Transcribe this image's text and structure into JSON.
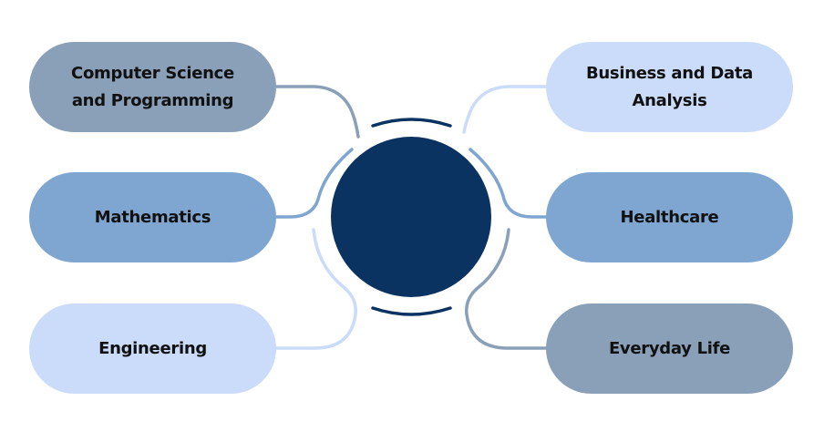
{
  "diagram": {
    "center": {
      "label": "",
      "color": "#0b3362"
    },
    "ring_color": "#0b3362",
    "left_nodes": [
      {
        "label": "Computer Science and Programming",
        "color": "#8aa0b8"
      },
      {
        "label": "Mathematics",
        "color": "#7ea6d0"
      },
      {
        "label": "Engineering",
        "color": "#cadcfa"
      }
    ],
    "right_nodes": [
      {
        "label": "Business and Data Analysis",
        "color": "#cadcfa"
      },
      {
        "label": "Healthcare",
        "color": "#7ea6d0"
      },
      {
        "label": "Everyday Life",
        "color": "#8aa0b8"
      }
    ]
  }
}
